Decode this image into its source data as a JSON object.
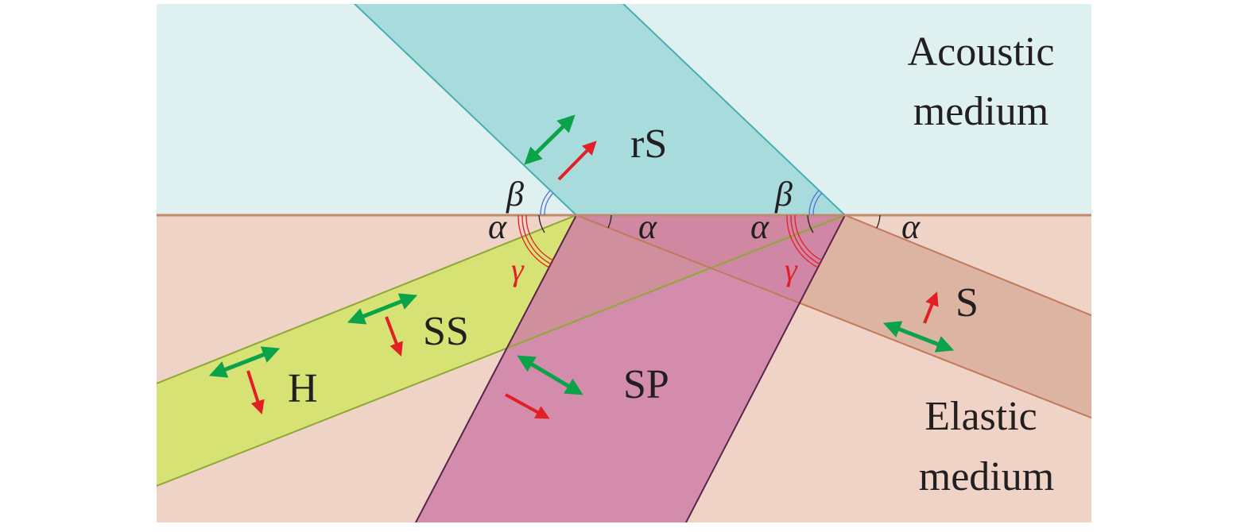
{
  "diagram": {
    "regions": {
      "acoustic": {
        "line1": "Acoustic",
        "line2": "medium",
        "color": "#dff0f0"
      },
      "elastic": {
        "line1": "Elastic",
        "line2": "medium",
        "color": "#eed3c6"
      }
    },
    "beams": {
      "rS": {
        "label": "rS",
        "color": "#a8dcdc",
        "edge": "#47adb0"
      },
      "SS": {
        "label": "SS",
        "color": "#d6e274",
        "edge": "#8fa833"
      },
      "H": {
        "label": "H"
      },
      "SP": {
        "label": "SP",
        "color": "#cd7aa6",
        "edge": "#5a2448"
      },
      "S": {
        "label": "S",
        "color": "#d9ad98",
        "edge": "#c07a5a"
      }
    },
    "angles": {
      "alpha": "α",
      "beta": "β",
      "gamma": "γ"
    },
    "arrow_colors": {
      "polarization": "#0aa34a",
      "propagation": "#e21f26"
    },
    "interface_color": "#c08a6a"
  }
}
